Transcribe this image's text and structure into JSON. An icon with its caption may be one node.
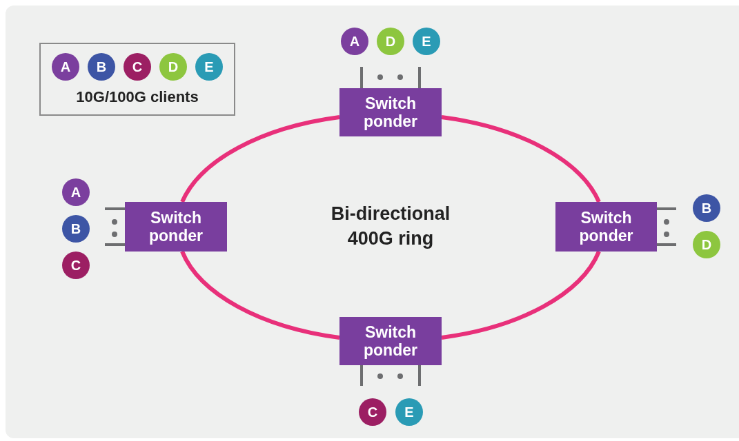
{
  "diagram": {
    "nodes": [
      {
        "text": [
          "10G/100G clients"
        ]
      },
      {
        "text": [
          "A"
        ],
        "in": 0
      },
      {
        "text": [
          "B"
        ],
        "in": 0
      },
      {
        "text": [
          "C"
        ],
        "in": 0
      },
      {
        "text": [
          "D"
        ],
        "in": 0
      },
      {
        "text": [
          "E"
        ],
        "in": 0
      },
      {
        "text": [
          "A"
        ]
      },
      {
        "text": [
          "D"
        ]
      },
      {
        "text": [
          "E"
        ]
      },
      {
        "text": [
          "Switch ponder"
        ]
      },
      {
        "text": [
          "A"
        ]
      },
      {
        "text": [
          "B"
        ]
      },
      {
        "text": [
          "C"
        ]
      },
      {
        "text": [
          "Switch ponder"
        ]
      },
      {
        "text": [
          "Switch ponder"
        ]
      },
      {
        "text": [
          "B"
        ]
      },
      {
        "text": [
          "D"
        ]
      },
      {
        "text": [
          "Switch ponder"
        ]
      },
      {
        "text": [
          "C"
        ]
      },
      {
        "text": [
          "E"
        ]
      }
    ],
    "edges": [
      {
        "from": 9,
        "to": 14,
        "arrow": "none"
      },
      {
        "from": 14,
        "to": 17,
        "arrow": "none"
      },
      {
        "from": 17,
        "to": 13,
        "arrow": "none"
      },
      {
        "from": 13,
        "to": 9,
        "arrow": "none"
      }
    ],
    "labels": [
      "Bi-directional 400G ring"
    ]
  }
}
